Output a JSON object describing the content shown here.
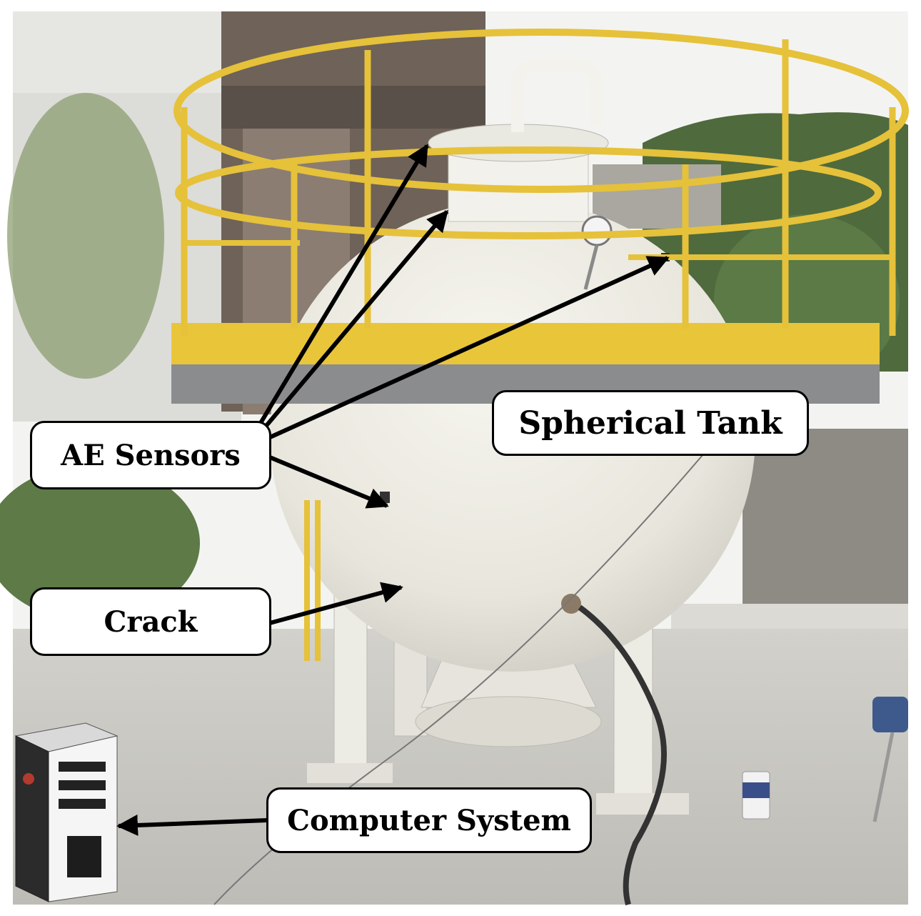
{
  "labels": {
    "ae_sensors": "AE Sensors",
    "spherical_tank": "Spherical Tank",
    "crack": "Crack",
    "computer_system": "Computer System"
  },
  "colors": {
    "sky": "#f3f4f1",
    "railing": "#e9c53a",
    "platform": "#8b8c8e",
    "tank": "#eeece4",
    "ground": "#c9c8c3",
    "foliage": "#5d7a47",
    "arrow": "#000000"
  }
}
